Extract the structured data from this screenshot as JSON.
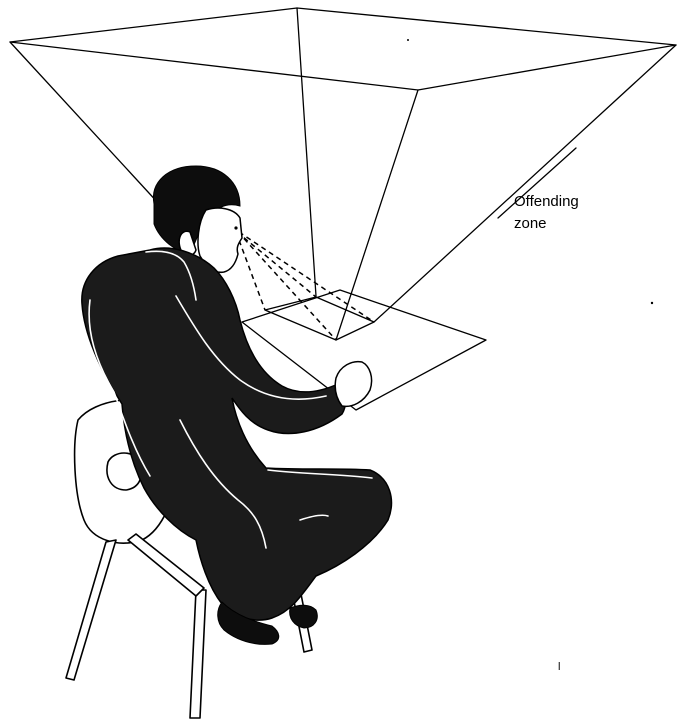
{
  "diagram": {
    "annotation_line1": "Offending",
    "annotation_line2": "zone",
    "stray_mark": "l"
  }
}
